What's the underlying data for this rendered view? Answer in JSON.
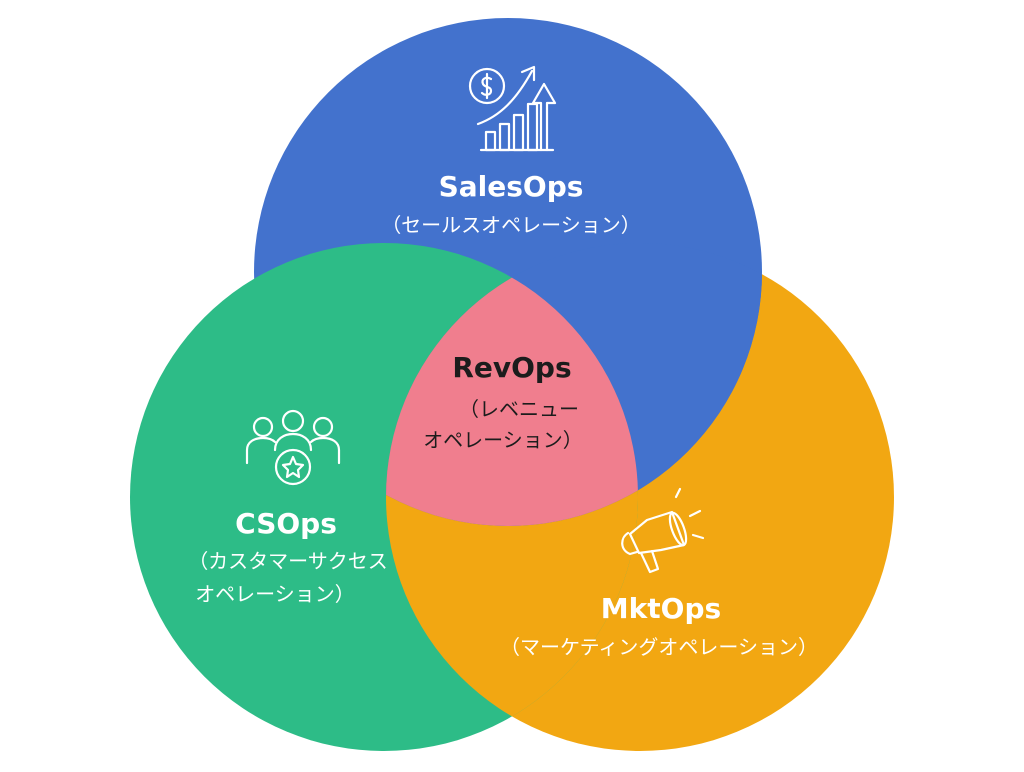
{
  "colors": {
    "background": "#ffffff",
    "sales": "#4372cd",
    "customer_success": "#2dbc87",
    "marketing": "#f2a712",
    "revops": "#f07e8e",
    "text_light": "#ffffff",
    "text_dark": "#1c1c1c"
  },
  "circles": {
    "sales": {
      "title": "SalesOps",
      "subtitle": "（セールスオペレーション）",
      "icon": "sales-growth-chart-icon"
    },
    "customer_success": {
      "title": "CSOps",
      "subtitle_line1": "（カスタマーサクセス",
      "subtitle_line2": "オペレーション）",
      "icon": "customer-group-star-icon"
    },
    "marketing": {
      "title": "MktOps",
      "subtitle": "（マーケティングオペレーション）",
      "icon": "megaphone-icon"
    }
  },
  "center": {
    "title": "RevOps",
    "subtitle_line1": "（レベニュー",
    "subtitle_line2": "オペレーション）"
  }
}
